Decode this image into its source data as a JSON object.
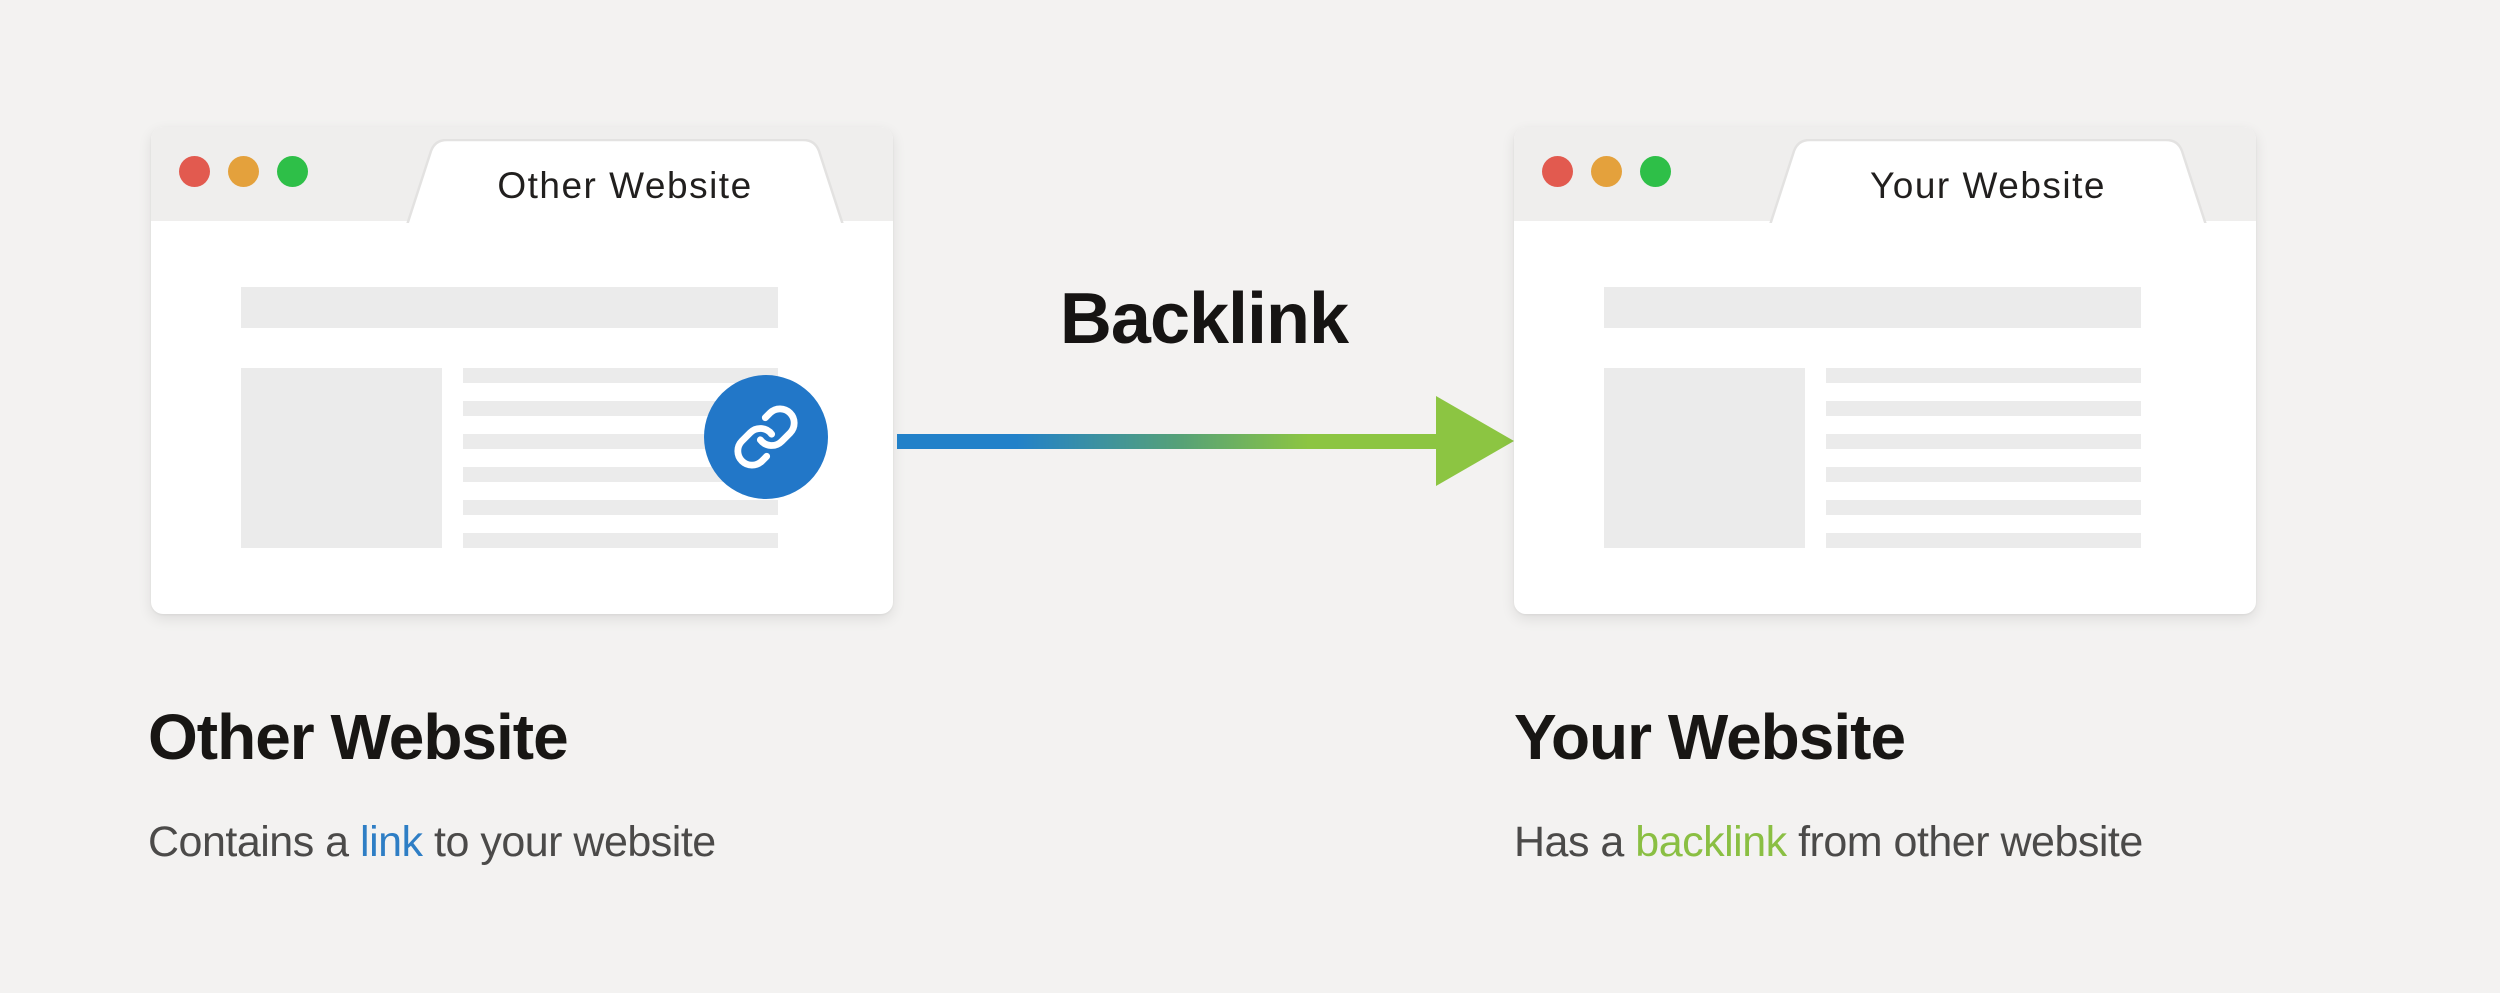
{
  "page": {
    "background_color": "#f3f2f1"
  },
  "windows": [
    {
      "id": "other",
      "tab_title": "Other Website"
    },
    {
      "id": "your",
      "tab_title": "Your Website"
    }
  ],
  "traffic_lights": {
    "red": "#e25a4f",
    "orange": "#e4a13c",
    "green": "#2ebf48"
  },
  "link_badge": {
    "icon": "chain-link-icon",
    "background_color": "#2277c8",
    "icon_color": "#ffffff"
  },
  "arrow": {
    "label": "Backlink",
    "start_color": "#2281c9",
    "end_color": "#8cc542",
    "direction": "left-to-right"
  },
  "captions": [
    {
      "title": "Other Website",
      "text_before": "Contains a ",
      "highlight": "link",
      "text_after": " to your website",
      "highlight_color": "#2e7ec5"
    },
    {
      "title": "Your Website",
      "text_before": "Has a ",
      "highlight": "backlink",
      "text_after": " from other website",
      "highlight_color": "#8abf43"
    }
  ]
}
